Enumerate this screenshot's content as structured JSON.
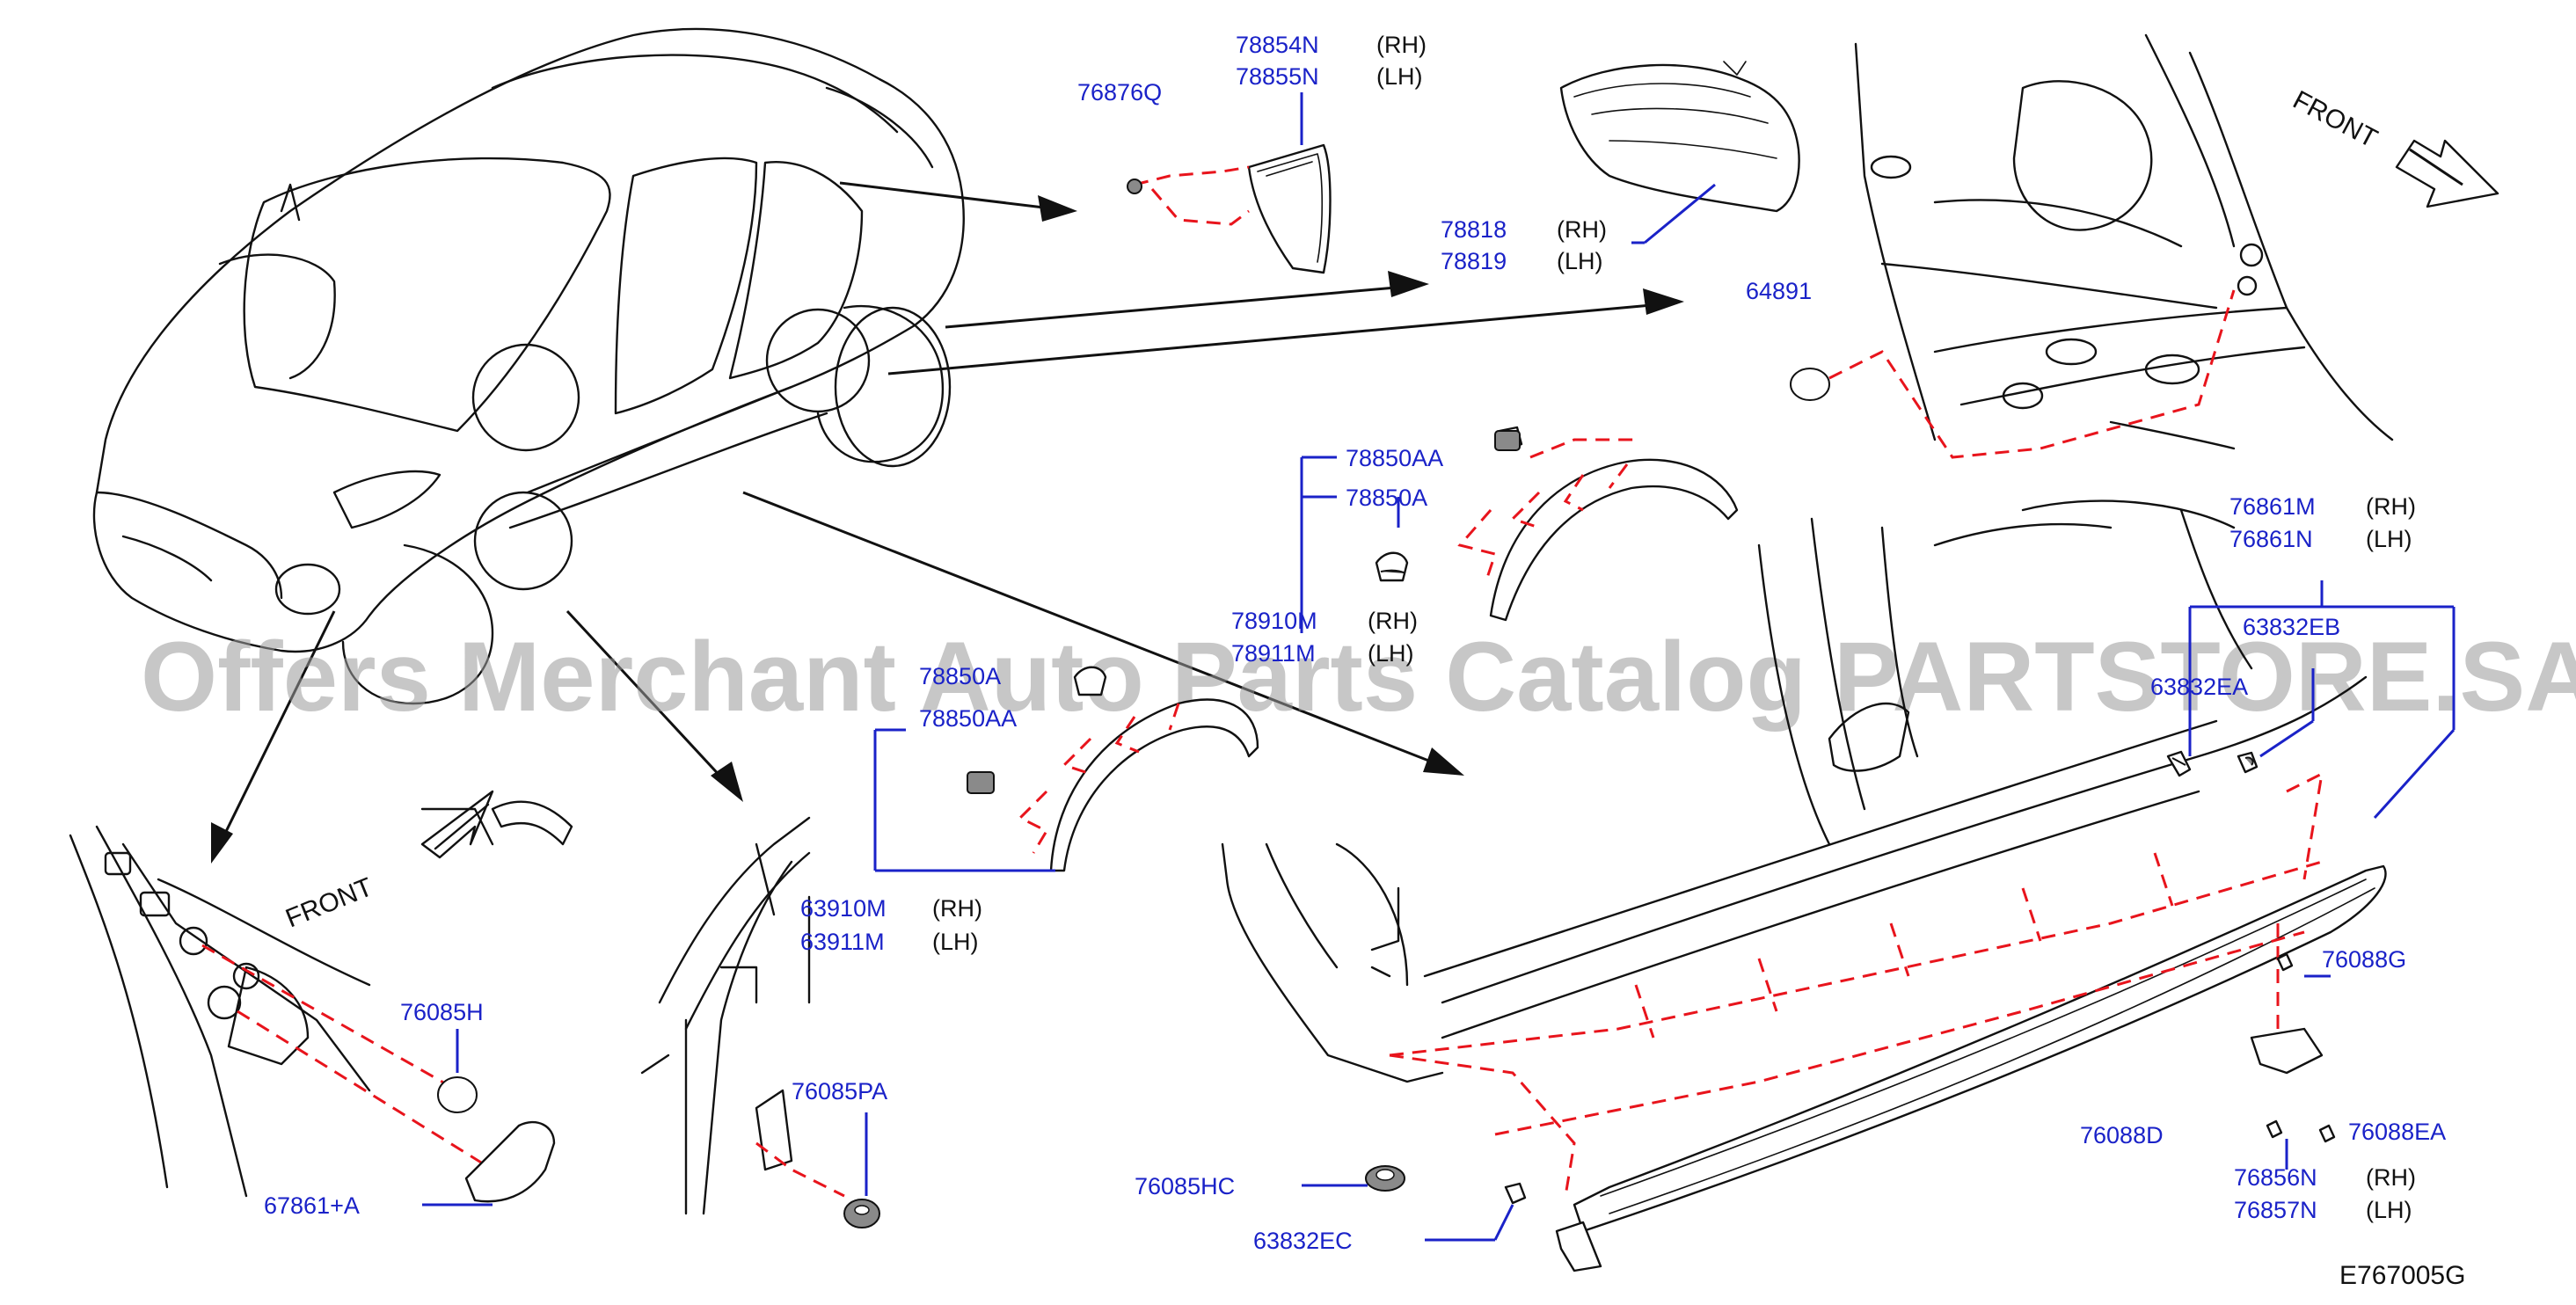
{
  "diagram": {
    "code": "E767005G",
    "watermark": "Offers Merchant Auto Parts Catalog PARTSTORE.SA",
    "front_labels": [
      "FRONT",
      "FRONT"
    ],
    "parts": [
      {
        "number": "78854N",
        "side": "(RH)"
      },
      {
        "number": "78855N",
        "side": "(LH)"
      },
      {
        "number": "76876Q",
        "side": ""
      },
      {
        "number": "78818",
        "side": "(RH)"
      },
      {
        "number": "78819",
        "side": "(LH)"
      },
      {
        "number": "64891",
        "side": ""
      },
      {
        "number": "78850AA",
        "side": ""
      },
      {
        "number": "78850A",
        "side": ""
      },
      {
        "number": "78910M",
        "side": "(RH)"
      },
      {
        "number": "78911M",
        "side": "(LH)"
      },
      {
        "number": "78850A",
        "side": ""
      },
      {
        "number": "78850AA",
        "side": ""
      },
      {
        "number": "63910M",
        "side": "(RH)"
      },
      {
        "number": "63911M",
        "side": "(LH)"
      },
      {
        "number": "76861M",
        "side": "(RH)"
      },
      {
        "number": "76861N",
        "side": "(LH)"
      },
      {
        "number": "63832EB",
        "side": ""
      },
      {
        "number": "63832EA",
        "side": ""
      },
      {
        "number": "76088G",
        "side": ""
      },
      {
        "number": "76088D",
        "side": ""
      },
      {
        "number": "76088EA",
        "side": ""
      },
      {
        "number": "76856N",
        "side": "(RH)"
      },
      {
        "number": "76857N",
        "side": "(LH)"
      },
      {
        "number": "76085H",
        "side": ""
      },
      {
        "number": "67861+A",
        "side": ""
      },
      {
        "number": "76085PA",
        "side": ""
      },
      {
        "number": "76085HC",
        "side": ""
      },
      {
        "number": "63832EC",
        "side": ""
      }
    ]
  }
}
